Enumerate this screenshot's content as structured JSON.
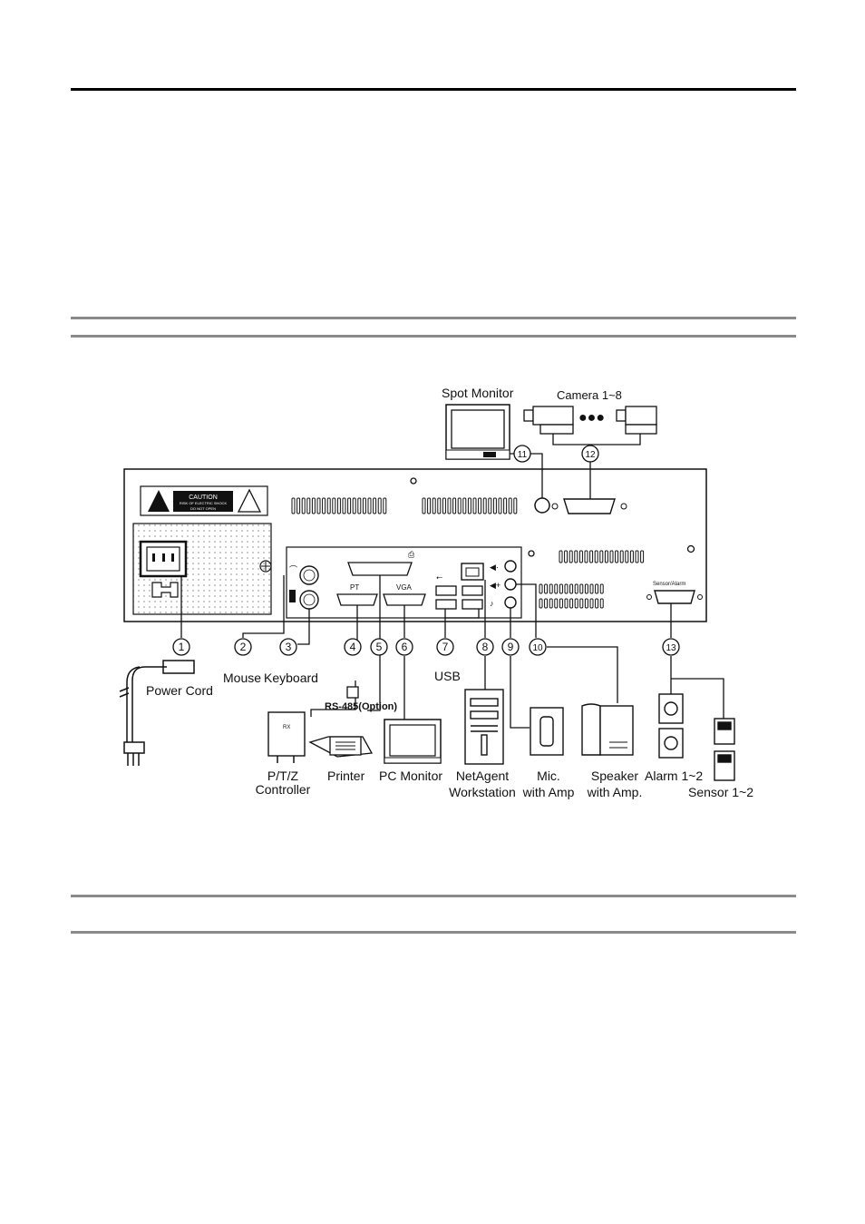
{
  "rear_panel": {
    "caution_title": "CAUTION",
    "caution_line1": "RISK OF ELECTRIC SHOCK",
    "caution_line2": "DO NOT OPEN",
    "port_pt": "PT",
    "port_vga": "VGA",
    "port_sensor_alarm": "Sensor/Alarm"
  },
  "top_devices": {
    "spot_monitor": "Spot Monitor",
    "camera": "Camera 1~8"
  },
  "callouts": {
    "c1": "1",
    "c2": "2",
    "c3": "3",
    "c4": "4",
    "c5": "5",
    "c6": "6",
    "c7": "7",
    "c8": "8",
    "c9": "9",
    "c10": "10",
    "c11": "11",
    "c12": "12",
    "c13": "13"
  },
  "labels": {
    "power_cord": "Power Cord",
    "mouse": "Mouse",
    "keyboard": "Keyboard",
    "usb": "USB",
    "rs485": "RS-485(Option)",
    "ptz_line1": "P/T/Z",
    "ptz_line2": "Controller",
    "printer": "Printer",
    "pc_monitor": "PC Monitor",
    "netagent_line1": "NetAgent",
    "netagent_line2": "Workstation",
    "mic_line1": "Mic.",
    "mic_line2": "with Amp",
    "speaker_line1": "Speaker",
    "speaker_line2": "with Amp.",
    "alarm": "Alarm 1~2",
    "sensor": "Sensor 1~2"
  }
}
